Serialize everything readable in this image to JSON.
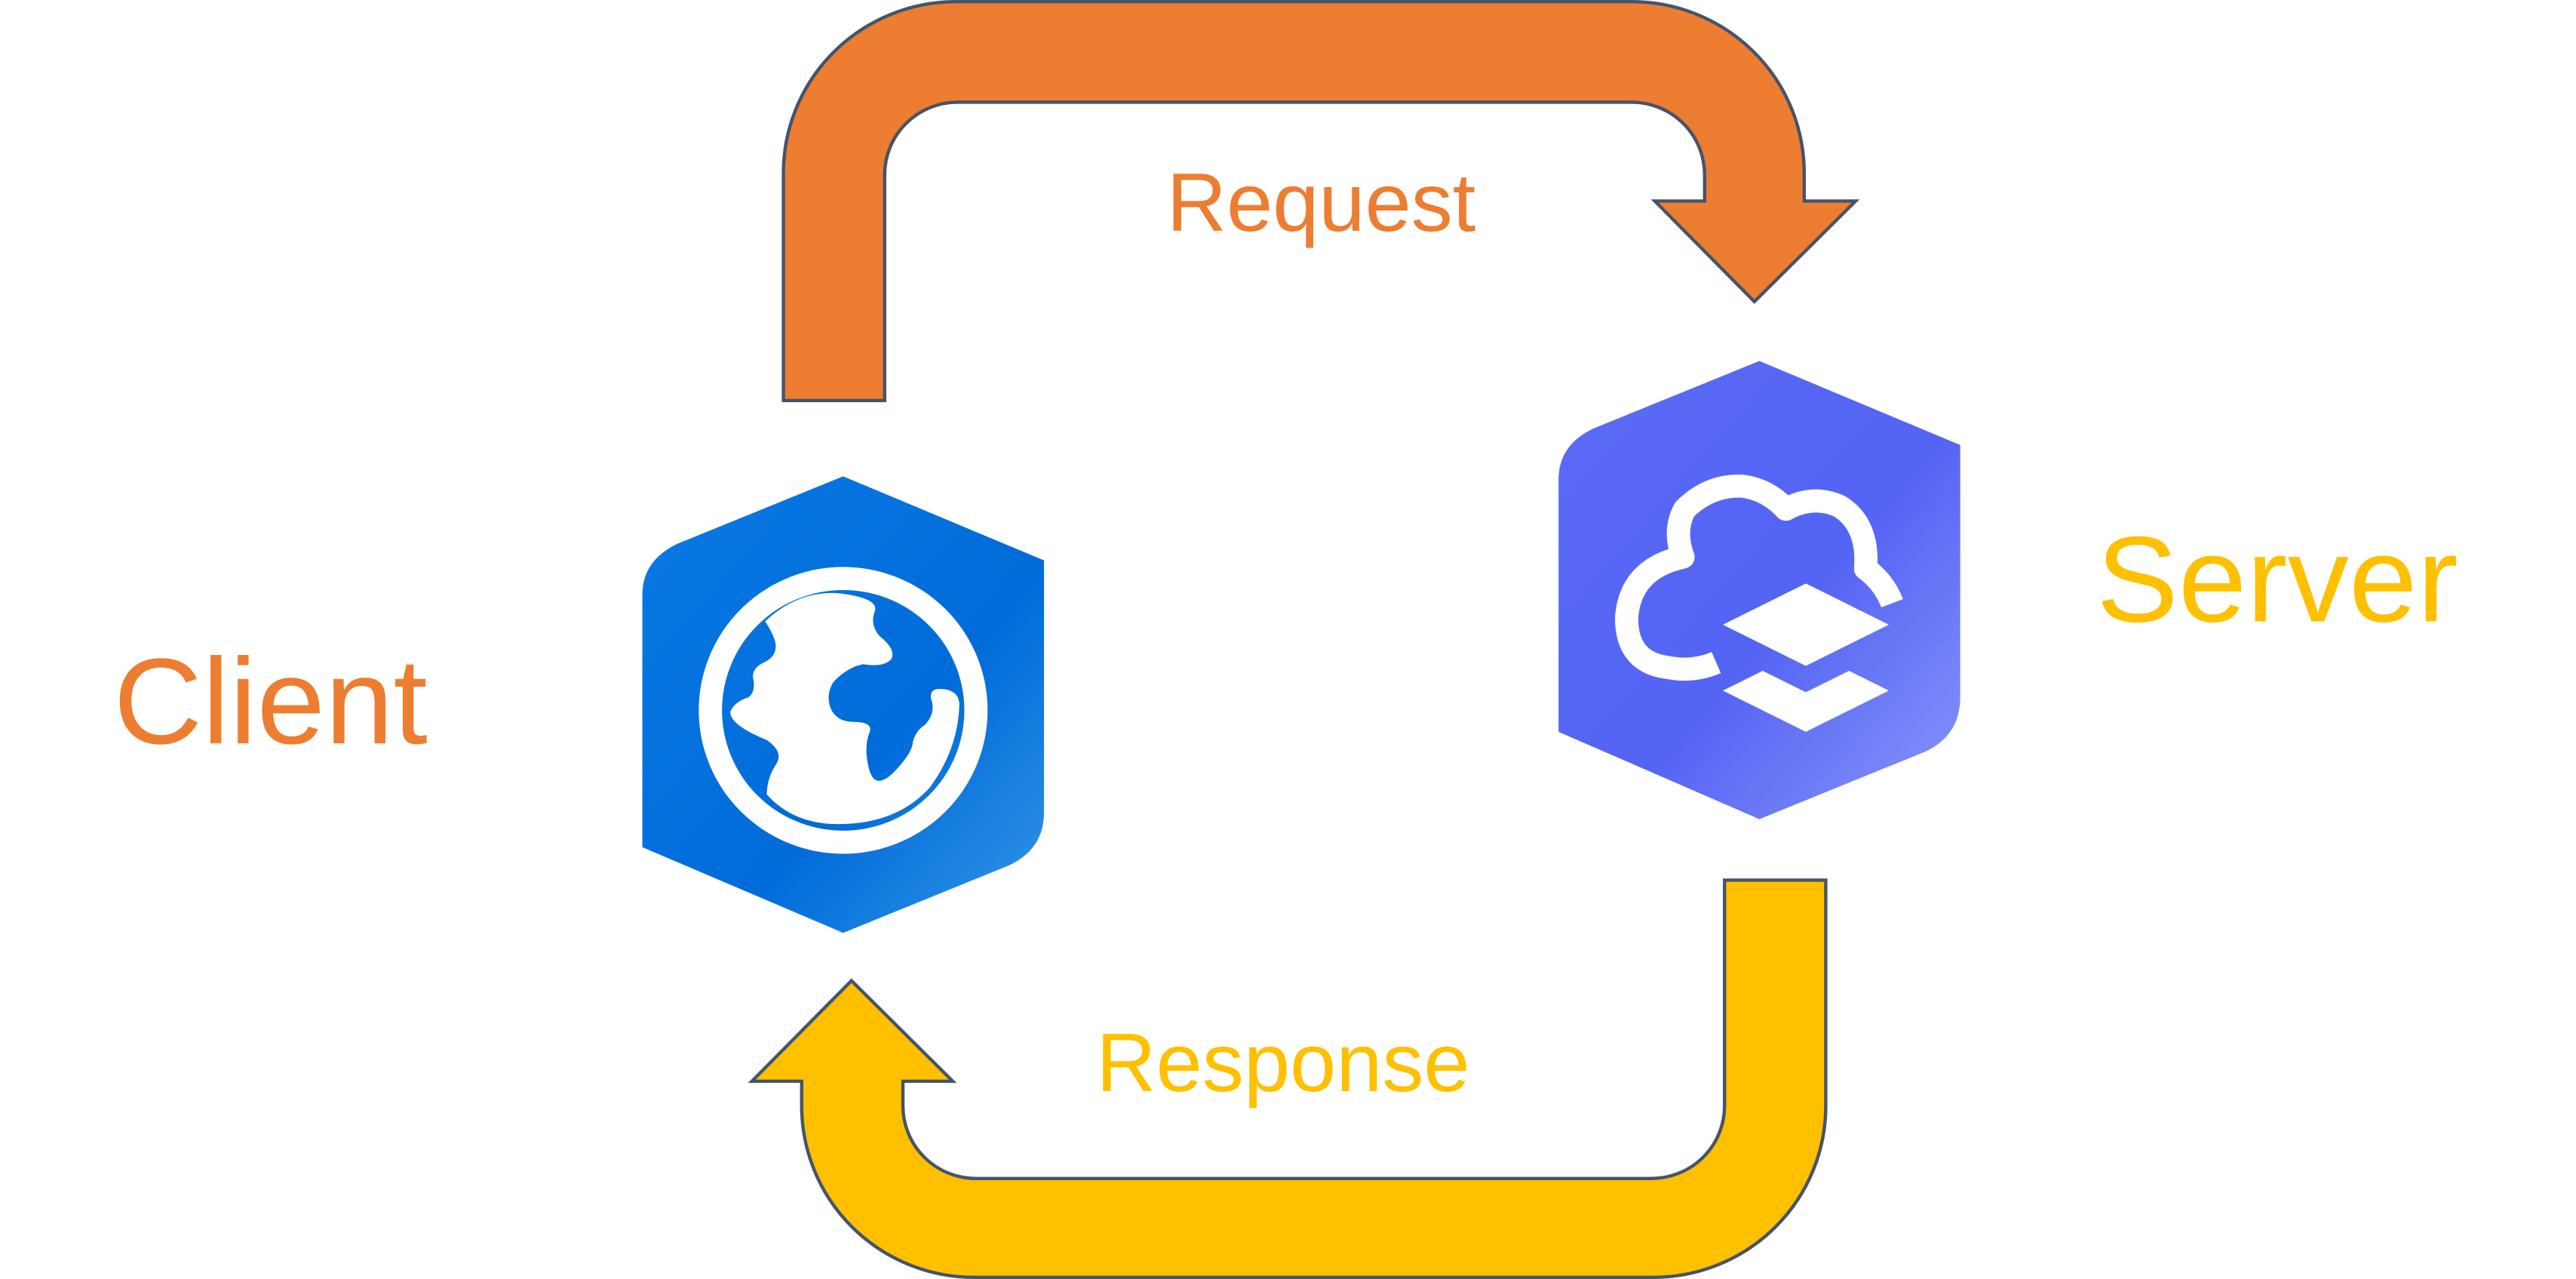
{
  "labels": {
    "client": "Client",
    "server": "Server",
    "request": "Request",
    "response": "Response"
  },
  "nodes": [
    {
      "id": "client",
      "icon": "globe-icon",
      "color": "#0872dd"
    },
    {
      "id": "server",
      "icon": "cloud-layers-icon",
      "color": "#5662f0"
    }
  ],
  "edges": [
    {
      "from": "client",
      "to": "server",
      "label": "Request",
      "color": "#ed7d31"
    },
    {
      "from": "server",
      "to": "client",
      "label": "Response",
      "color": "#ffc000"
    }
  ],
  "colors": {
    "client_text": "#ed7d31",
    "server_text": "#ffc000",
    "request_arrow": "#ed7d31",
    "response_arrow": "#ffc000",
    "arrow_outline": "#44546a",
    "client_icon": "#0872dd",
    "server_icon": "#5662f0"
  }
}
